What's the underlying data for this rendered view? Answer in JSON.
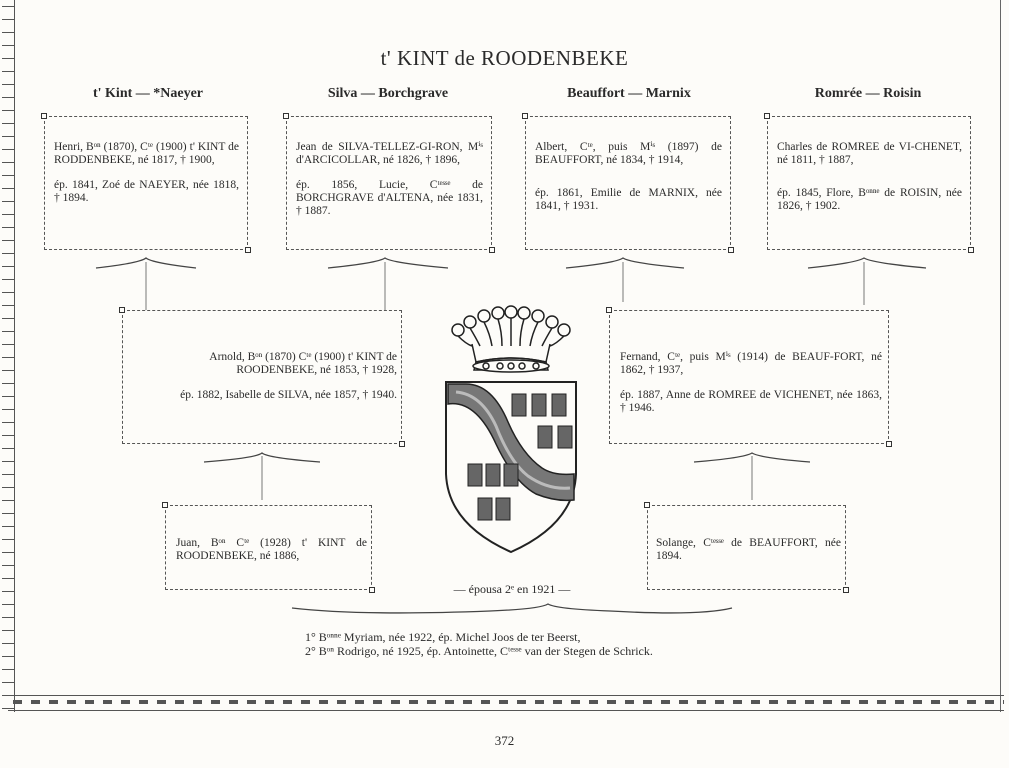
{
  "title": "t' KINT de ROODENBEKE",
  "columns": [
    {
      "heading": "t' Kint — *Naeyer",
      "person": "Henri, Bᵒⁿ (1870), Cᵗᵉ (1900) t' KINT de RODDENBEKE, né 1817, † 1900,",
      "spouse": "ép. 1841, Zoé de NAEYER, née 1818, † 1894."
    },
    {
      "heading": "Silva — Borchgrave",
      "person": "Jean de SILVA-TELLEZ-GI-RON, Mⁱˢ d'ARCICOLLAR, né 1826, † 1896,",
      "spouse": "ép. 1856, Lucie, Cᵗᵉˢˢᵉ de BORCHGRAVE d'ALTENA, née 1831, † 1887."
    },
    {
      "heading": "Beauffort — Marnix",
      "person": "Albert, Cᵗᵉ, puis Mⁱˢ (1897) de BEAUFFORT, né 1834, † 1914,",
      "spouse": "ép. 1861, Emilie de MARNIX, née 1841, † 1931."
    },
    {
      "heading": "Romrée — Roisin",
      "person": "Charles de ROMREE de VI-CHENET, né 1811, † 1887,",
      "spouse": "ép. 1845, Flore, Bᵒⁿⁿᵉ de ROISIN, née 1826, † 1902."
    }
  ],
  "mid_left": {
    "person": "Arnold, Bᵒⁿ (1870) Cᵗᵉ (1900) t' KINT de ROODENBEKE, né 1853, † 1928,",
    "spouse": "ép. 1882, Isabelle de SILVA, née 1857, † 1940."
  },
  "mid_right": {
    "person": "Fernand, Cᵗᵉ, puis Mⁱˢ (1914) de BEAUF-FORT, né 1862, † 1937,",
    "spouse": "ép. 1887, Anne de ROMREE de VICHENET, née 1863, † 1946."
  },
  "bottom_left": {
    "person": "Juan, Bᵒⁿ Cᵗᵉ (1928) t' KINT de ROODENBEKE, né 1886,"
  },
  "bottom_right": {
    "person": "Solange, Cᵗᵉˢˢᵉ de BEAUFFORT, née 1894."
  },
  "marriage_note": "— épousa 2ᵉ en 1921 —",
  "children": [
    "1° Bᵒⁿⁿᵉ Myriam, née 1922, ép. Michel Joos de ter Beerst,",
    "2° Bᵒⁿ Rodrigo, né 1925, ép. Antoinette, Cᵗᵉˢˢᵉ van der Stegen de Schrick."
  ],
  "page_number": "372"
}
